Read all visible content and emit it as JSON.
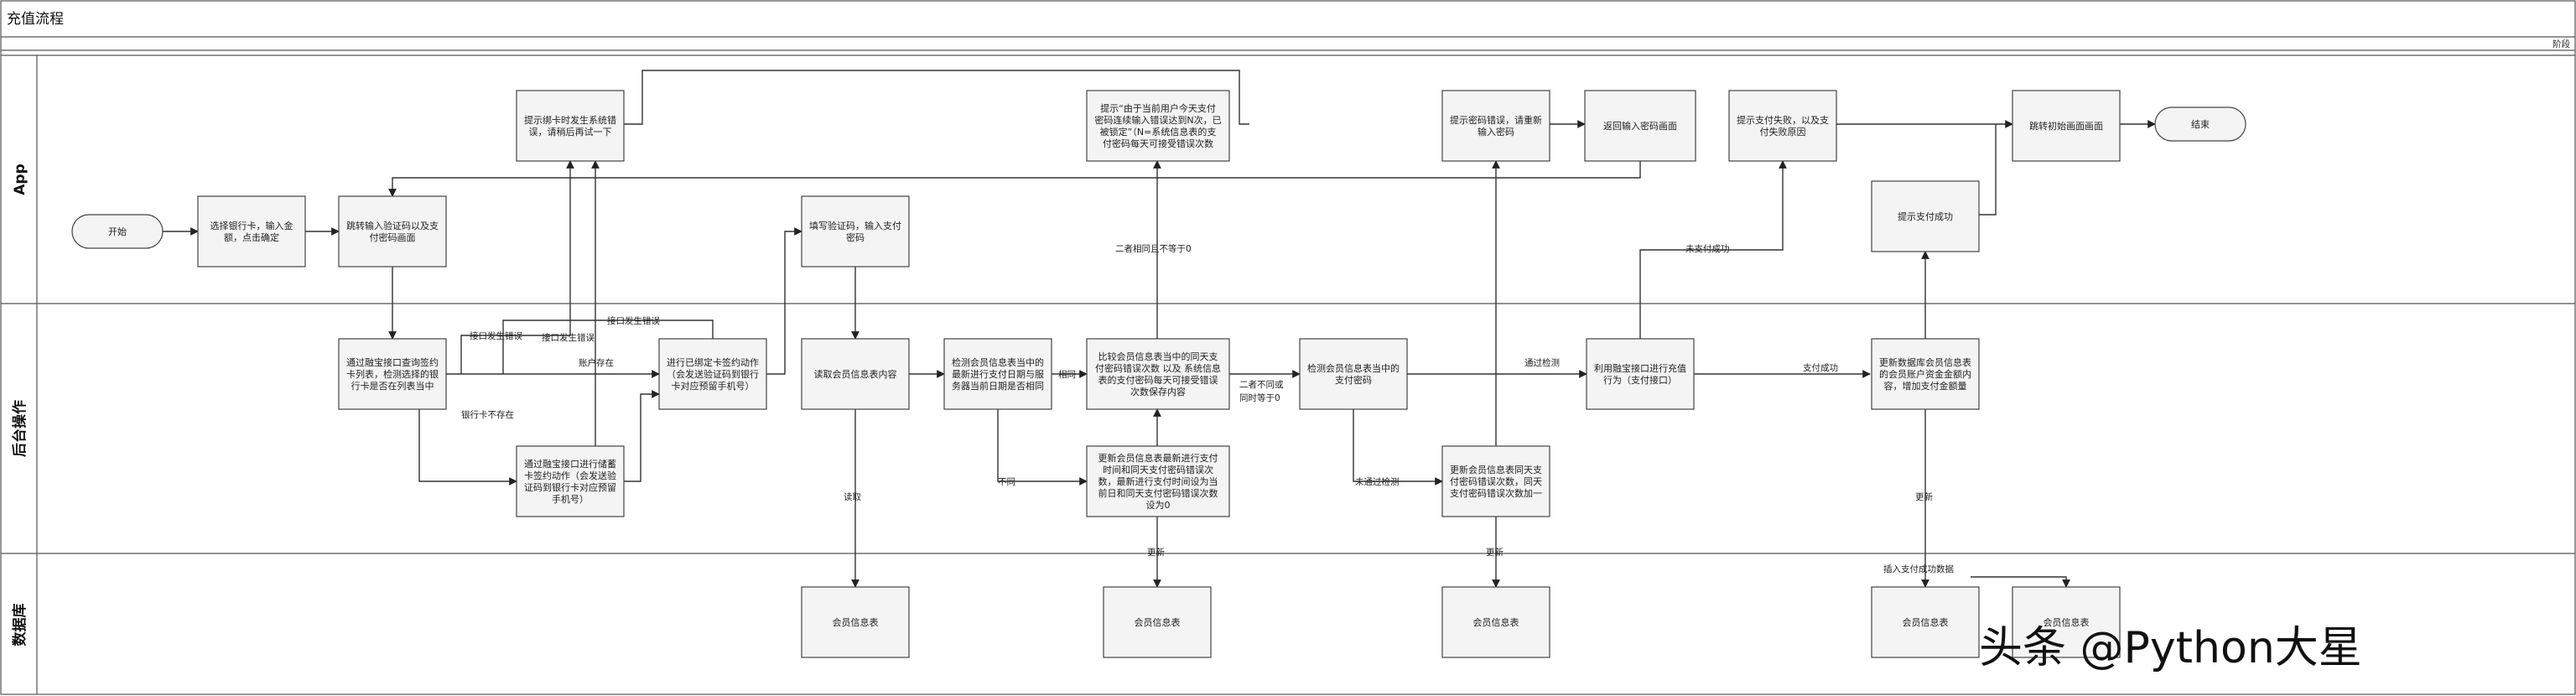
{
  "title": "充值流程",
  "phase_label": "阶段",
  "lanes": [
    "App",
    "后台操作",
    "数据库"
  ],
  "nodes": [
    {
      "id": "start",
      "kind": "terminal",
      "lines": [
        "开始"
      ]
    },
    {
      "id": "select_card",
      "kind": "process",
      "lines": [
        "选择银行卡，输入金",
        "额，点击确定"
      ]
    },
    {
      "id": "jump_verify",
      "kind": "process",
      "lines": [
        "跳转输入验证码以及支",
        "付密码画面"
      ]
    },
    {
      "id": "bind_error",
      "kind": "process",
      "lines": [
        "提示绑卡时发生系统错",
        "误，请稍后再试一下"
      ]
    },
    {
      "id": "fill_code",
      "kind": "process",
      "lines": [
        "填写验证码，输入支付",
        "密码"
      ]
    },
    {
      "id": "lock_tip",
      "kind": "process",
      "lines": [
        "提示“由于当前用户今天支付",
        "密码连续输入错误达到N次，已",
        "被锁定”（N=系统信息表的支",
        "付密码每天可接受错误次数"
      ]
    },
    {
      "id": "pwd_error",
      "kind": "process",
      "lines": [
        "提示密码错误，请重新",
        "输入密码"
      ]
    },
    {
      "id": "back_input",
      "kind": "process",
      "lines": [
        "返回输入密码画面"
      ]
    },
    {
      "id": "pay_fail",
      "kind": "process",
      "lines": [
        "提示支付失败，以及支",
        "付失败原因"
      ]
    },
    {
      "id": "jump_init",
      "kind": "process",
      "lines": [
        "跳转初始画面画面"
      ]
    },
    {
      "id": "end",
      "kind": "terminal",
      "lines": [
        "结束"
      ]
    },
    {
      "id": "pay_success",
      "kind": "process",
      "lines": [
        "提示支付成功"
      ]
    },
    {
      "id": "query_sign",
      "kind": "process",
      "lines": [
        "通过融宝接口查询签约",
        "卡列表，检测选择的银",
        "行卡是否在列表当中"
      ]
    },
    {
      "id": "bind_sign",
      "kind": "process",
      "lines": [
        "通过融宝接口进行储蓄",
        "卡签约动作（会发送验",
        "证码到银行卡对应预留",
        "手机号）"
      ]
    },
    {
      "id": "resign",
      "kind": "process",
      "lines": [
        "进行已绑定卡签约动作",
        "（会发送验证码到银行",
        "卡对应预留手机号）"
      ]
    },
    {
      "id": "get_member",
      "kind": "process",
      "lines": [
        "读取会员信息表内容"
      ]
    },
    {
      "id": "check_date",
      "kind": "process",
      "lines": [
        "检测会员信息表当中的",
        "最新进行支付日期与服",
        "务器当前日期是否相同"
      ]
    },
    {
      "id": "compare_count",
      "kind": "process",
      "lines": [
        "比较会员信息表当中的同天支",
        "付密码错误次数 以及 系统信息",
        "表的支付密码每天可接受错误",
        "次数保存内容"
      ]
    },
    {
      "id": "update_date",
      "kind": "process",
      "lines": [
        "更新会员信息表最新进行支付",
        "时间和同天支付密码错误次",
        "数，最新进行支付时间设为当",
        "前日和同天支付密码错误次数",
        "设为0"
      ]
    },
    {
      "id": "check_pwd",
      "kind": "process",
      "lines": [
        "检测会员信息表当中的",
        "支付密码"
      ]
    },
    {
      "id": "update_err",
      "kind": "process",
      "lines": [
        "更新会员信息表同天支",
        "付密码错误次数，同天",
        "支付密码错误次数加一"
      ]
    },
    {
      "id": "pay_api",
      "kind": "process",
      "lines": [
        "利用融宝接口进行充值",
        "行为（支付接口）"
      ]
    },
    {
      "id": "update_balance",
      "kind": "process",
      "lines": [
        "更新数据库会员信息表",
        "的会员账户资金金额内",
        "容，增加支付金额量"
      ]
    },
    {
      "id": "db1",
      "kind": "process",
      "lines": [
        "会员信息表"
      ]
    },
    {
      "id": "db2",
      "kind": "process",
      "lines": [
        "会员信息表"
      ]
    },
    {
      "id": "db3",
      "kind": "process",
      "lines": [
        "会员信息表"
      ]
    },
    {
      "id": "db4",
      "kind": "process",
      "lines": [
        "会员信息表"
      ]
    },
    {
      "id": "db5",
      "kind": "process",
      "lines": [
        "会员信息表"
      ]
    }
  ],
  "edge_labels": {
    "interface_error_1": "接口发生错误",
    "interface_error_2": "接口发生错误",
    "interface_error_top": "接口发生错误",
    "card_exists": "账户存在",
    "card_not_exists": "银行卡不存在",
    "same": "相同",
    "not_same": "不同",
    "not_equal": "二者相同且不等于0",
    "diff_or_zero": [
      "二者不同或",
      "同时等于0"
    ],
    "pass": "通过检测",
    "not_pass": "未通过检测",
    "pay_ok": "支付成功",
    "pay_not_ok": "未支付成功",
    "read": "读取",
    "update1": "更新",
    "update2": "更新",
    "update3": "更新",
    "insert": "插入支付成功数据"
  },
  "watermark": "头条 @Python大星"
}
